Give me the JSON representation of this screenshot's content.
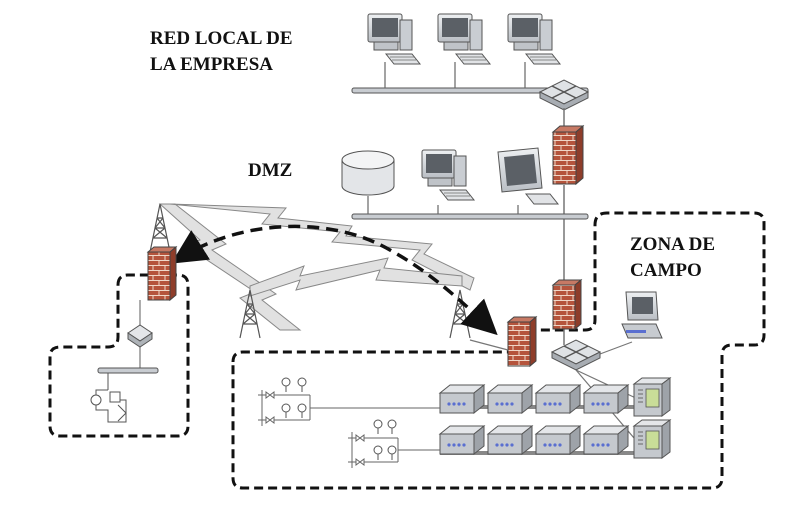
{
  "labels": {
    "corporate_lan": {
      "line1": "RED LOCAL DE",
      "line2": "LA EMPRESA"
    },
    "dmz": "DMZ",
    "field_zone": {
      "line1": "ZONA DE",
      "line2": "CAMPO"
    }
  },
  "colors": {
    "wall_brick": "#b5543c",
    "wall_mortar": "#f0d7c8",
    "device_gray": "#d4d7db",
    "screen_dark": "#4a4f55",
    "rtu_screen": "#c9dd98",
    "led_blue": "#5a6fd0",
    "radio_link": "#d9d9d9"
  },
  "icons": {
    "firewall": "brick-wall-icon",
    "router": "router-icon",
    "server": "database-icon",
    "workstation": "computer-icon",
    "tower": "radio-tower-icon",
    "plc": "plc-module-icon",
    "rtu": "rtu-cabinet-icon"
  }
}
